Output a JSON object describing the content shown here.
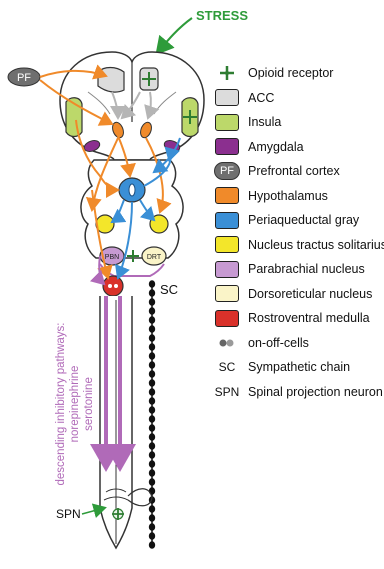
{
  "stress_label": "STRESS",
  "pf_label": "PF",
  "pbn_label": "PBN",
  "drt_label": "DRT",
  "sc_label": "SC",
  "spn_label": "SPN",
  "pathway_label_line1": "descending inhibitory pathways:",
  "pathway_label_line2": "norepinephrine",
  "pathway_label_line3": "serotonine",
  "colors": {
    "stress": "#2e9b3a",
    "acc": "#dcdcdc",
    "insula": "#bcd86a",
    "amygdala": "#8b2f8f",
    "prefrontal": "#6f6f6f",
    "hypothalamus": "#f08a2a",
    "pag": "#3a8fd6",
    "nts": "#f3e62a",
    "pbn": "#c79ad2",
    "drt": "#faf4c8",
    "rvm": "#d9312a",
    "orange_path": "#f08a2a",
    "blue_path": "#3a8fd6",
    "purple_path": "#b06ab8",
    "gray_path": "#b5b5b5"
  },
  "legend": [
    {
      "symbol": "opioid-receptor-icon",
      "label": "Opioid receptor"
    },
    {
      "symbol": "swatch",
      "color": "#dcdcdc",
      "label": "ACC"
    },
    {
      "symbol": "swatch",
      "color": "#bcd86a",
      "label": "Insula"
    },
    {
      "symbol": "swatch",
      "color": "#8b2f8f",
      "label": "Amygdala"
    },
    {
      "symbol": "pill",
      "text": "PF",
      "label": "Prefrontal cortex"
    },
    {
      "symbol": "swatch",
      "color": "#f08a2a",
      "label": "Hypothalamus"
    },
    {
      "symbol": "swatch",
      "color": "#3a8fd6",
      "label": "Periaqueductal gray"
    },
    {
      "symbol": "swatch",
      "color": "#f3e62a",
      "label": "Nucleus tractus solitarius"
    },
    {
      "symbol": "swatch",
      "color": "#c79ad2",
      "label": "Parabrachial nucleus"
    },
    {
      "symbol": "swatch",
      "color": "#faf4c8",
      "label": "Dorsoreticular nucleus"
    },
    {
      "symbol": "swatch",
      "color": "#d9312a",
      "label": "Rostroventral medulla"
    },
    {
      "symbol": "dots",
      "label": "on-off-cells"
    },
    {
      "symbol": "text",
      "text": "SC",
      "label": "Sympathetic chain"
    },
    {
      "symbol": "text",
      "text": "SPN",
      "label": "Spinal projection neuron"
    }
  ]
}
